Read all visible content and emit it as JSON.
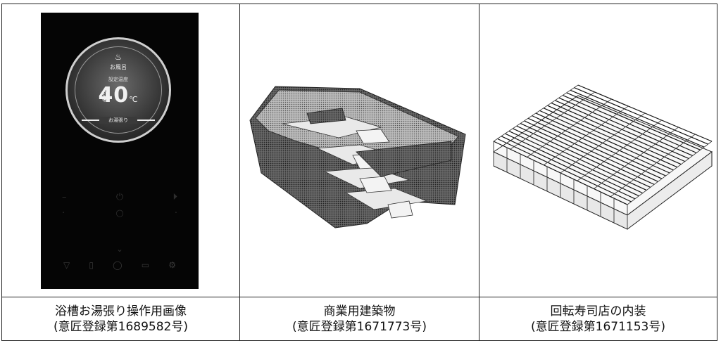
{
  "panels": [
    {
      "title": "浴槽お湯張り操作用画像",
      "registration": "(意匠登録第1689582号)",
      "image": {
        "kind": "phone-ui",
        "icon": "bath-icon",
        "mode_label": "お風呂",
        "set_label": "設定温度",
        "temperature": "40",
        "unit": "℃",
        "bottom_label": "お湯張り"
      }
    },
    {
      "title": "商業用建築物",
      "registration": "(意匠登録第1671773号)",
      "image": {
        "kind": "terraced-building-drawing"
      }
    },
    {
      "title": "回転寿司店の内装",
      "registration": "(意匠登録第1671153号)",
      "image": {
        "kind": "roof-frame-drawing"
      }
    }
  ]
}
